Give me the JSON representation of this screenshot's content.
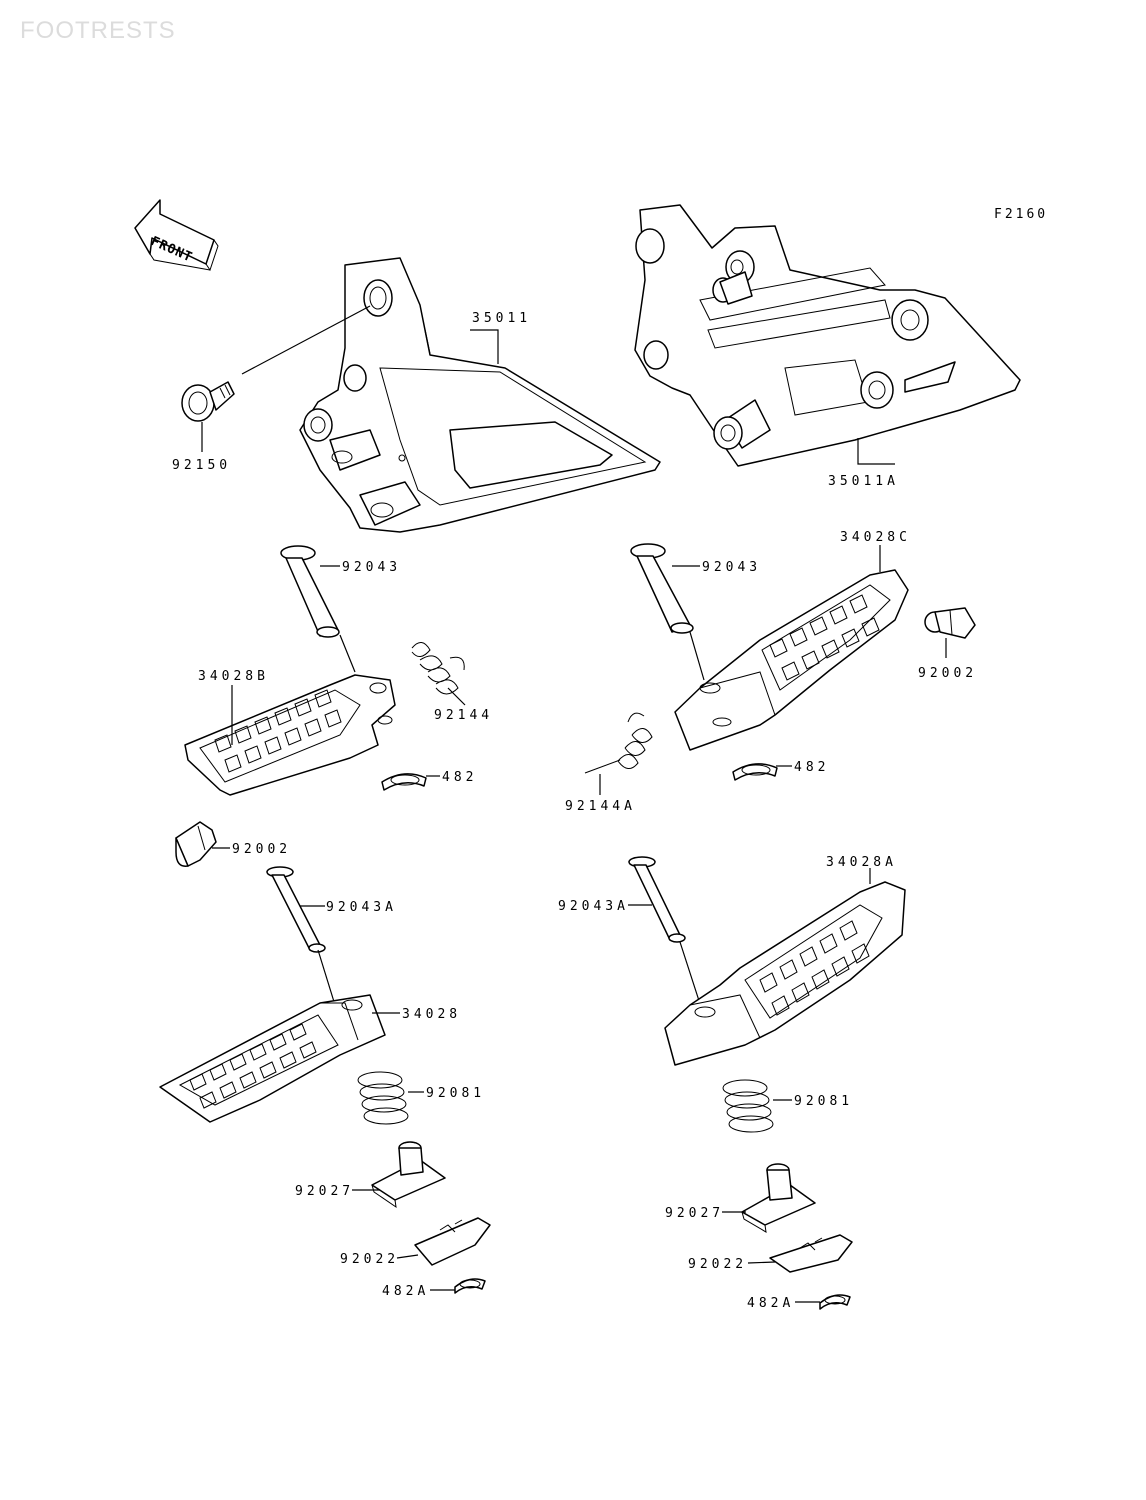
{
  "header": {
    "title": "FOOTRESTS"
  },
  "figure_code": "F2160",
  "front_arrow": {
    "label": "FRONT"
  },
  "parts": [
    {
      "id": "p-92150",
      "label": "92150"
    },
    {
      "id": "p-35011",
      "label": "35011"
    },
    {
      "id": "p-35011A",
      "label": "35011A"
    },
    {
      "id": "p-92043-l",
      "label": "92043"
    },
    {
      "id": "p-92043-r",
      "label": "92043"
    },
    {
      "id": "p-34028C",
      "label": "34028C"
    },
    {
      "id": "p-34028B",
      "label": "34028B"
    },
    {
      "id": "p-92144",
      "label": "92144"
    },
    {
      "id": "p-92002-r",
      "label": "92002"
    },
    {
      "id": "p-482-l",
      "label": "482"
    },
    {
      "id": "p-482-r",
      "label": "482"
    },
    {
      "id": "p-92144A",
      "label": "92144A"
    },
    {
      "id": "p-92002-l",
      "label": "92002"
    },
    {
      "id": "p-92043A-l",
      "label": "92043A"
    },
    {
      "id": "p-92043A-r",
      "label": "92043A"
    },
    {
      "id": "p-34028A",
      "label": "34028A"
    },
    {
      "id": "p-34028",
      "label": "34028"
    },
    {
      "id": "p-92081-l",
      "label": "92081"
    },
    {
      "id": "p-92081-r",
      "label": "92081"
    },
    {
      "id": "p-92027-l",
      "label": "92027"
    },
    {
      "id": "p-92027-r",
      "label": "92027"
    },
    {
      "id": "p-92022-l",
      "label": "92022"
    },
    {
      "id": "p-92022-r",
      "label": "92022"
    },
    {
      "id": "p-482A-l",
      "label": "482A"
    },
    {
      "id": "p-482A-r",
      "label": "482A"
    }
  ]
}
